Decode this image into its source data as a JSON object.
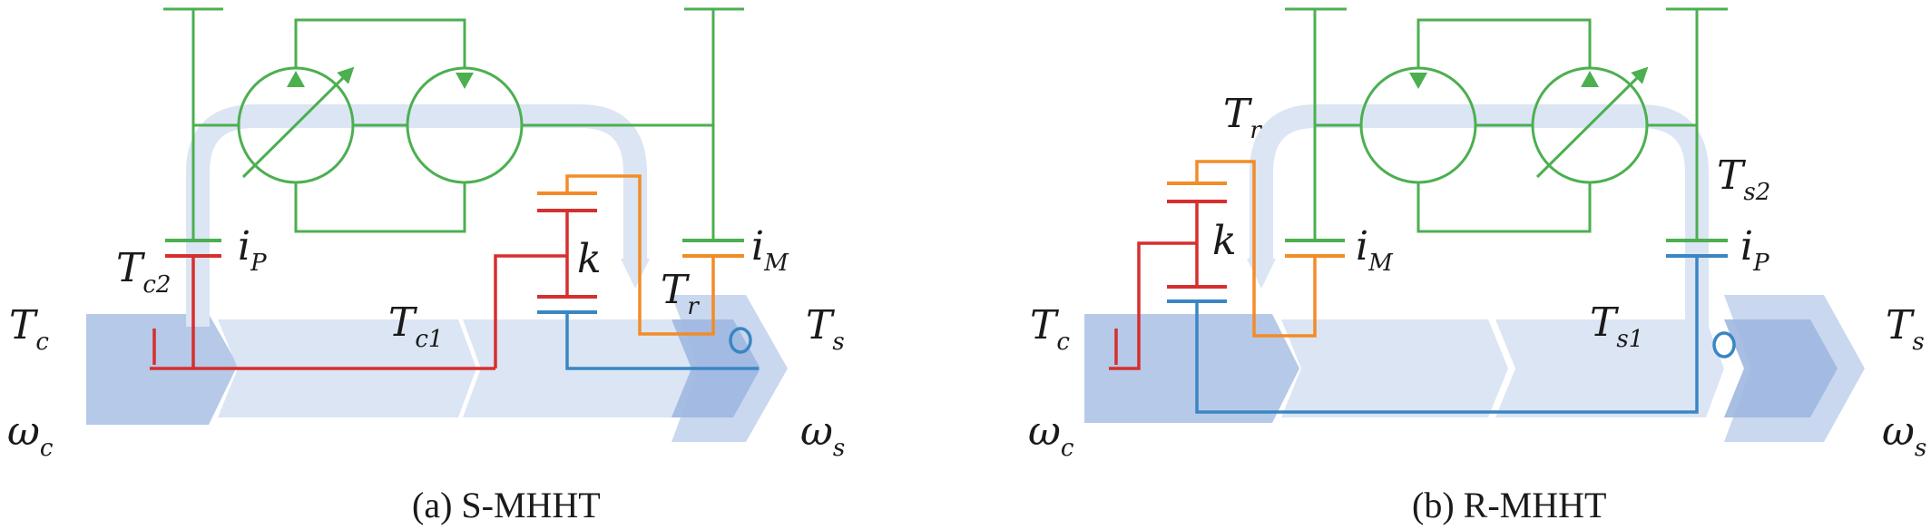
{
  "colors": {
    "hydraulic": "#4caf50",
    "carrier": "#d62f2f",
    "ring": "#f28c28",
    "sun": "#3a86c3",
    "flow_light": "#d6e2f3",
    "flow_dark": "#9eb8e0",
    "text": "#1a1a1a"
  },
  "left": {
    "caption": "(a) S-MHHT",
    "labels": {
      "Tc": "T",
      "Tc_sub": "c",
      "wc": "ω",
      "wc_sub": "c",
      "Ts": "T",
      "Ts_sub": "s",
      "ws": "ω",
      "ws_sub": "s",
      "Tc2": "T",
      "Tc2_sub": "c2",
      "iP": "i",
      "iP_sub": "P",
      "iM": "i",
      "iM_sub": "M",
      "Tc1": "T",
      "Tc1_sub": "c1",
      "k": "k",
      "Tr": "T",
      "Tr_sub": "r"
    }
  },
  "right": {
    "caption": "(b) R-MHHT",
    "labels": {
      "Tc": "T",
      "Tc_sub": "c",
      "wc": "ω",
      "wc_sub": "c",
      "Ts": "T",
      "Ts_sub": "s",
      "ws": "ω",
      "ws_sub": "s",
      "Tr": "T",
      "Tr_sub": "r",
      "k": "k",
      "iM": "i",
      "iM_sub": "M",
      "Ts2": "T",
      "Ts2_sub": "s2",
      "iP": "i",
      "iP_sub": "P",
      "Ts1": "T",
      "Ts1_sub": "s1"
    }
  }
}
